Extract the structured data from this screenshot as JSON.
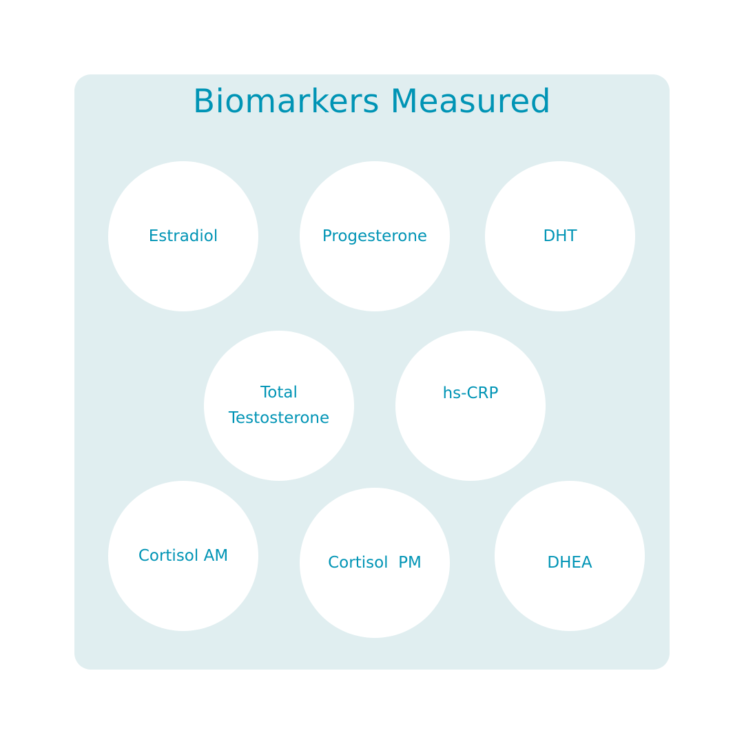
{
  "title": "Biomarkers Measured",
  "biomarkers": [
    "Estradiol",
    "Progesterone",
    "DHT",
    "Total\nTestosterone",
    "hs-CRP",
    "Cortisol AM",
    "Cortisol  PM",
    "DHEA"
  ],
  "colors": {
    "panel": "#e0eef0",
    "accent": "#0094b5",
    "circle": "#ffffff"
  }
}
